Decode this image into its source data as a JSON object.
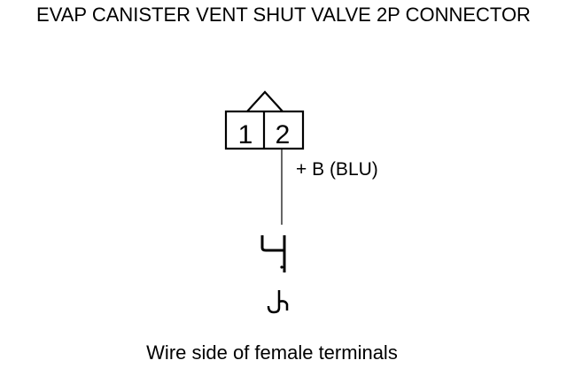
{
  "title": "EVAP CANISTER VENT SHUT VALVE 2P CONNECTOR",
  "connector": {
    "pins": [
      "1",
      "2"
    ]
  },
  "wire": {
    "label": "+ B (BLU)"
  },
  "caption": "Wire side of female terminals",
  "colors": {
    "line": "#000000",
    "background": "#ffffff"
  }
}
